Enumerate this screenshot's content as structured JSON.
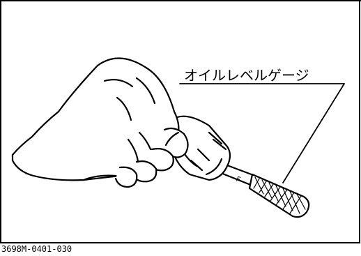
{
  "callout_label": "オイルレベルゲージ",
  "figure_code": "3698M-0401-030",
  "icons": [
    "hand-holding-dipstick-illustration"
  ]
}
